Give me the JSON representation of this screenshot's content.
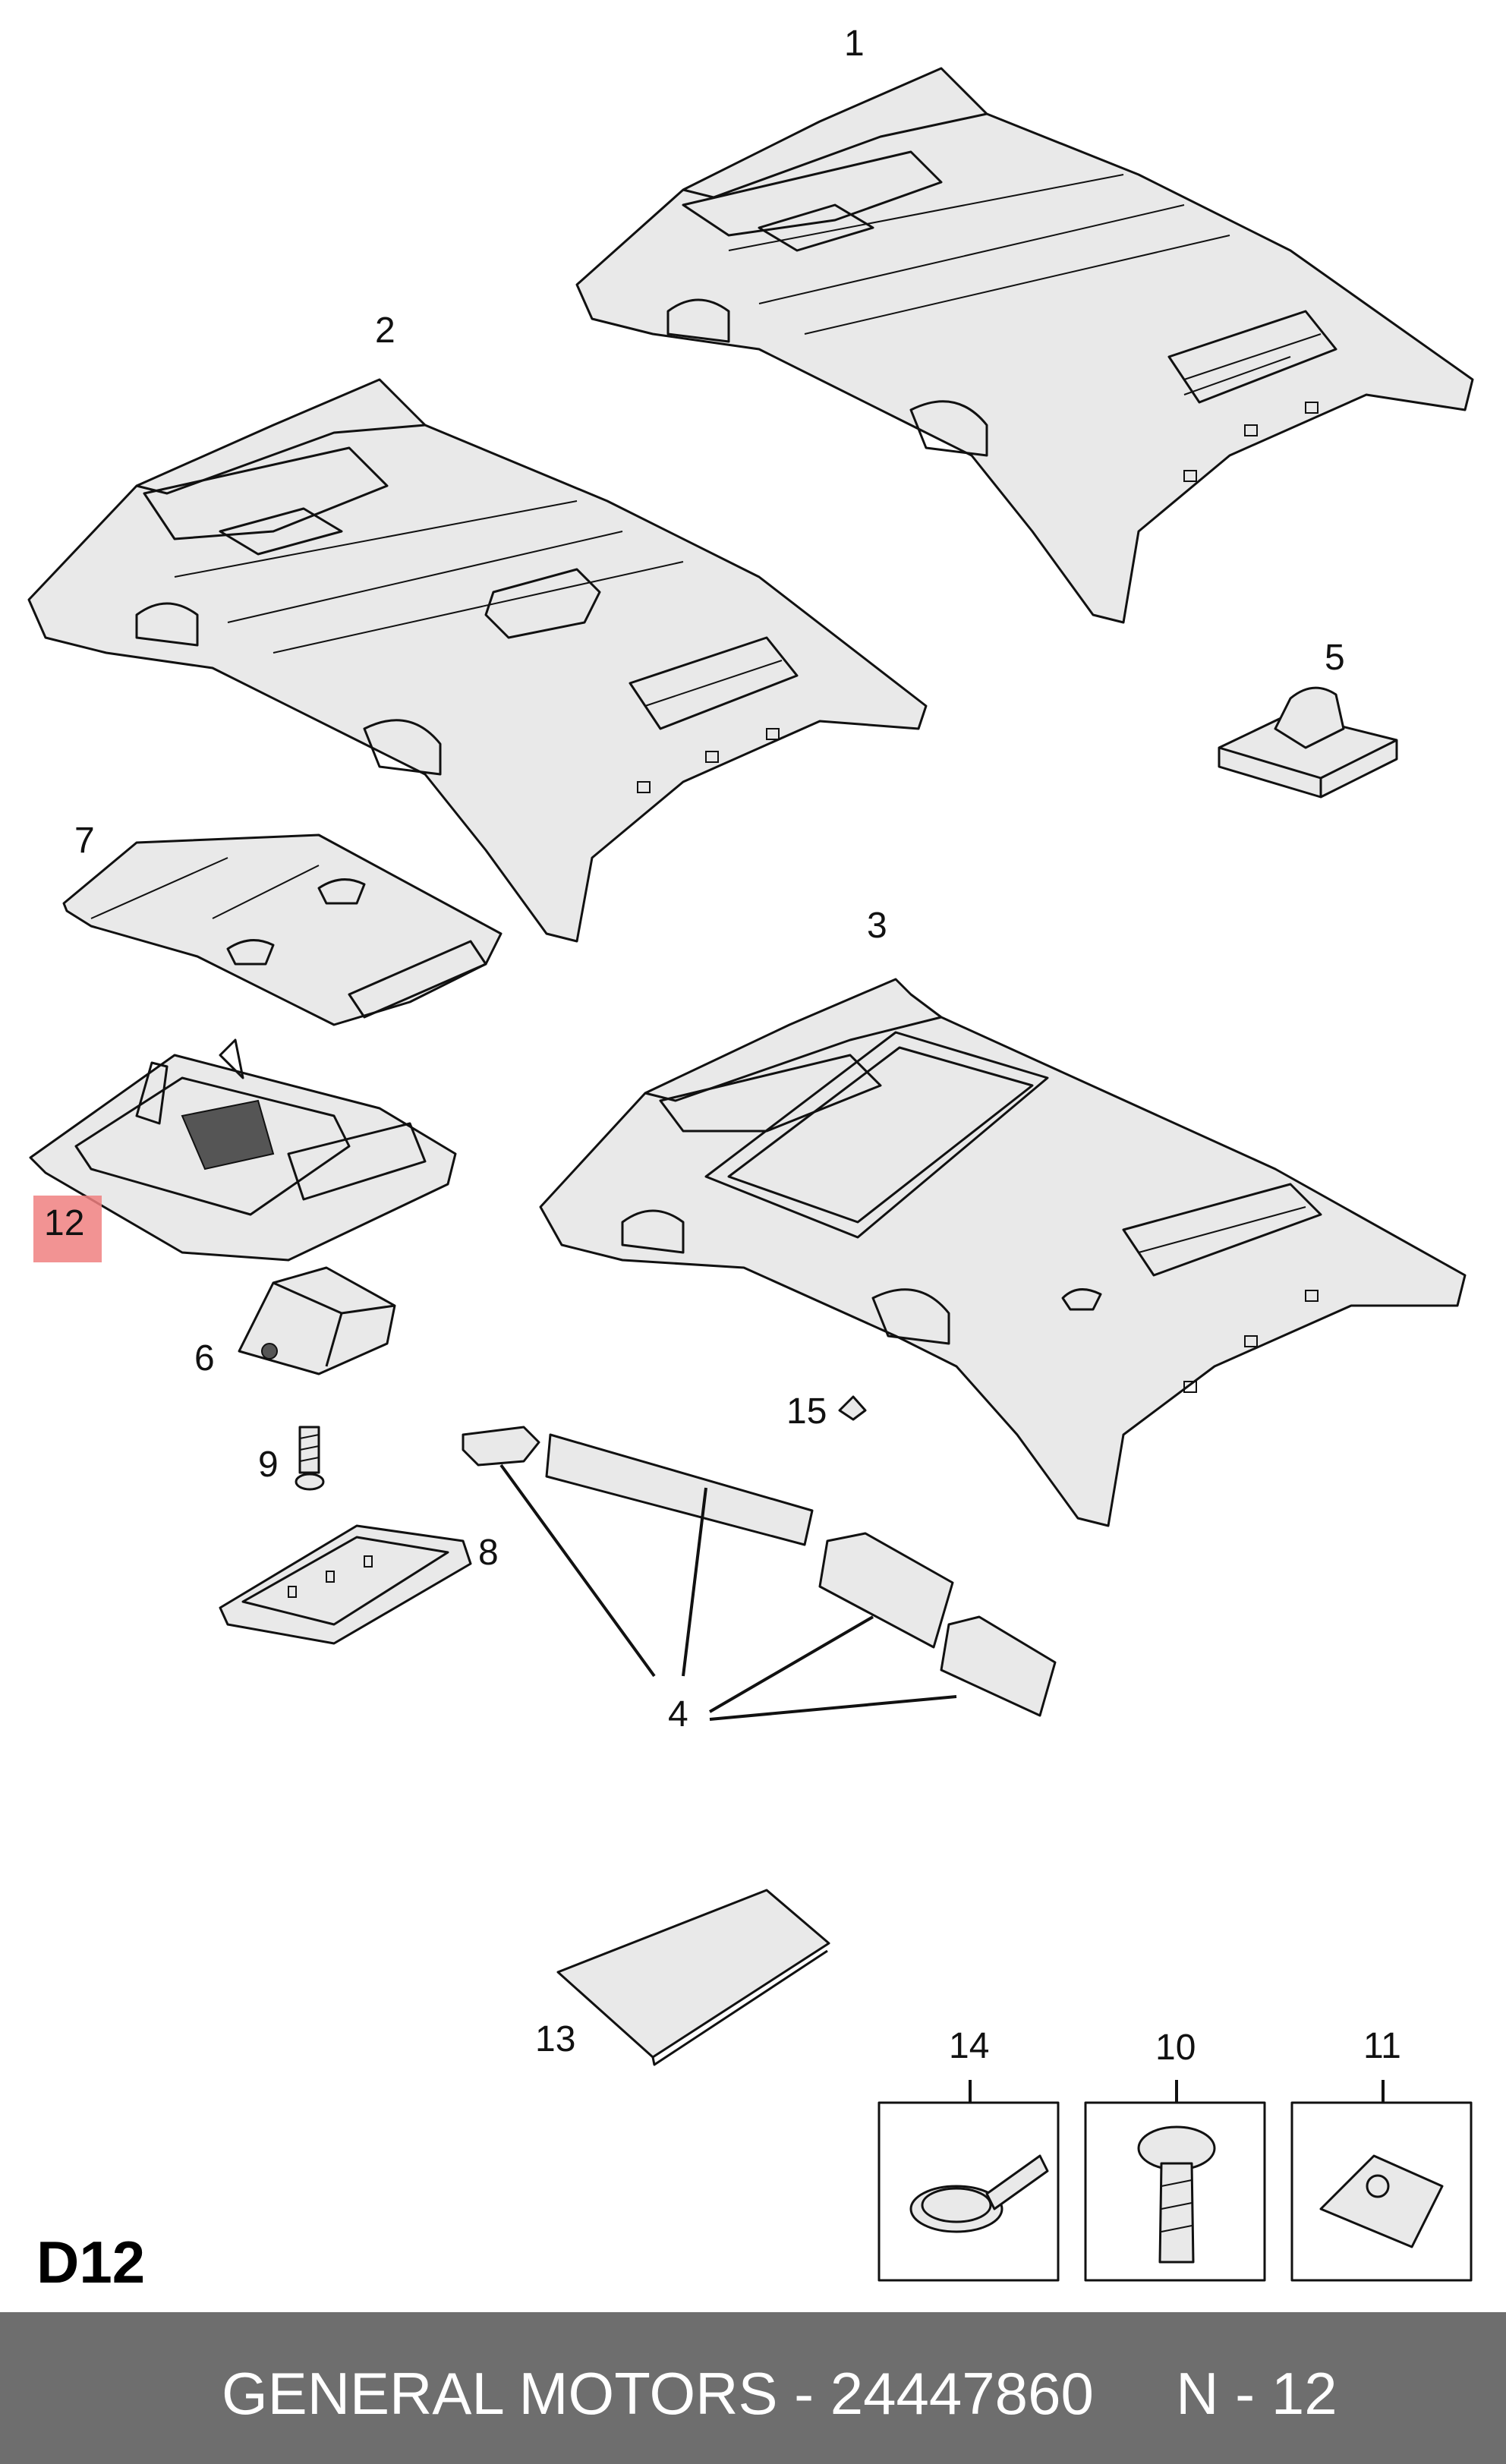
{
  "diagram": {
    "section_code": "D12",
    "highlighted_part": "12",
    "callouts": [
      "1",
      "2",
      "3",
      "4",
      "5",
      "6",
      "7",
      "8",
      "9",
      "10",
      "11",
      "12",
      "13",
      "14",
      "15"
    ]
  },
  "footer": {
    "text": "GENERAL MOTORS - 24447860     N - 12",
    "background_color": "#6e6e6e"
  },
  "highlight_color": "#f08080"
}
